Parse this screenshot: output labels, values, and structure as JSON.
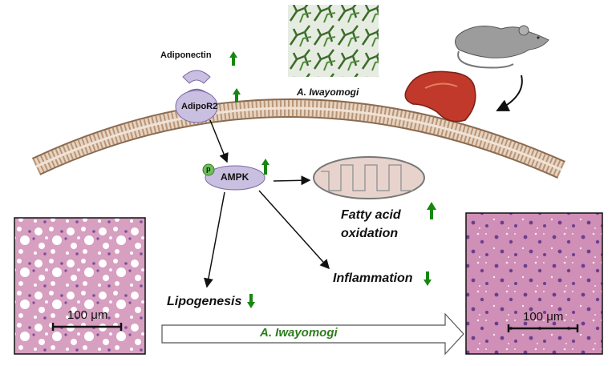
{
  "labels": {
    "adiponectin": "Adiponectin",
    "adipor2": "AdipoR2",
    "phospho": "p",
    "ampk": "AMPK",
    "plant_name": "A. Iwayomogi",
    "fatty_acid_line1": "Fatty acid",
    "fatty_acid_line2": "oxidation",
    "inflammation": "Inflammation",
    "lipogenesis": "Lipogenesis",
    "treatment_arrow_label": "A. Iwayomogi",
    "scale_left": "100 μm",
    "scale_right": "100 μm"
  },
  "regulation": {
    "adiponectin": "up",
    "adipor2": "up",
    "ampk": "up",
    "fatty_acid_oxidation": "up",
    "inflammation": "down",
    "lipogenesis": "down"
  },
  "colors": {
    "up_arrow": "#17870f",
    "down_arrow": "#17870f",
    "membrane_head": "#c9a98a",
    "membrane_outline": "#8a6a50",
    "receptor_fill": "#c9bfe0",
    "ampk_fill": "#c9bfe0",
    "phospho_fill": "#6cbf5a",
    "mitochondria_fill": "#e8d3cc",
    "liver": "#c0392b",
    "mouse": "#9c9c9c",
    "tissue_bg": "#d79fc0",
    "plant_label_color": "#2e7d1e"
  },
  "icons": [
    "mouse-icon",
    "liver-icon",
    "plant-photo",
    "mitochondria-icon"
  ]
}
